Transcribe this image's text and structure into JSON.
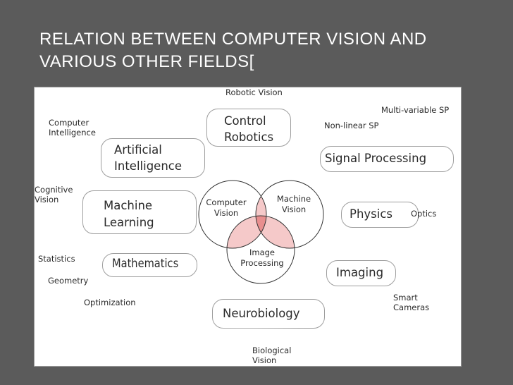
{
  "slide": {
    "title_line1": "RELATION BETWEEN COMPUTER VISION AND",
    "title_line2": "VARIOUS OTHER FIELDS[",
    "background": "#5b5b5b"
  },
  "diagram": {
    "robotic_vision": "Robotic Vision",
    "control_robotics_1": "Control",
    "control_robotics_2": "Robotics",
    "multivariable_sp": "Multi-variable SP",
    "nonlinear_sp": "Non-linear SP",
    "signal_processing": "Signal Processing",
    "computer_intelligence_1": "Computer",
    "computer_intelligence_2": "Intelligence",
    "ai_1": "Artificial",
    "ai_2": "Intelligence",
    "cognitive_vision_1": "Cognitive",
    "cognitive_vision_2": "Vision",
    "ml_1": "Machine",
    "ml_2": "Learning",
    "venn_cv_1": "Computer",
    "venn_cv_2": "Vision",
    "venn_mv_1": "Machine",
    "venn_mv_2": "Vision",
    "venn_ip_1": "Image",
    "venn_ip_2": "Processing",
    "physics": "Physics",
    "optics": "Optics",
    "statistics": "Statistics",
    "mathematics": "Mathematics",
    "geometry": "Geometry",
    "optimization": "Optimization",
    "imaging": "Imaging",
    "smart_cameras_1": "Smart",
    "smart_cameras_2": "Cameras",
    "neurobiology": "Neurobiology",
    "biological_vision_1": "Biological",
    "biological_vision_2": "Vision",
    "colors": {
      "overlap_pink": "#f5c9c9",
      "overlap_center": "#e88e8e",
      "bubble_border": "#9e9e9e"
    }
  }
}
